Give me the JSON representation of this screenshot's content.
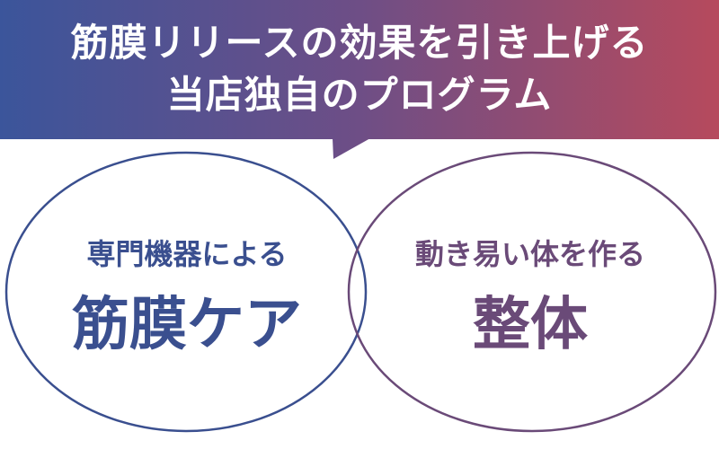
{
  "header": {
    "line1": "筋膜リリースの効果を引き上げる",
    "line2": "当店独自のプログラム"
  },
  "left_circle": {
    "subtitle": "専門機器による",
    "title": "筋膜ケア",
    "color": "#3a4f8f"
  },
  "right_circle": {
    "subtitle": "動き易い体を作る",
    "title": "整体",
    "color": "#6a4a78"
  }
}
